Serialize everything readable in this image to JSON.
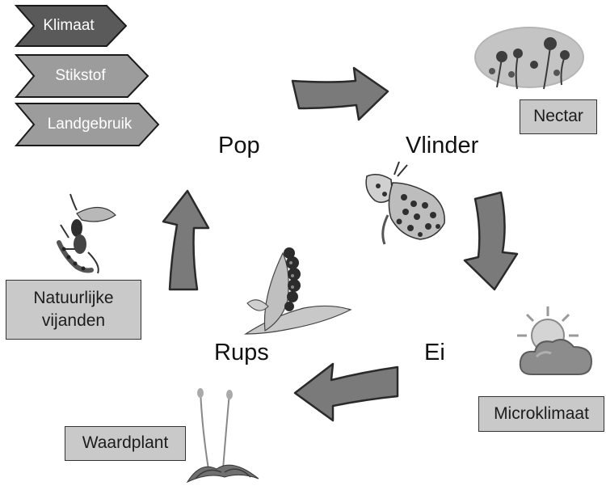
{
  "legend": {
    "items": [
      {
        "label": "Klimaat",
        "fill": "#5a5a5a"
      },
      {
        "label": "Stikstof",
        "fill": "#9c9c9c"
      },
      {
        "label": "Landgebruik",
        "fill": "#9c9c9c"
      }
    ]
  },
  "cycle": {
    "stages": {
      "pop": "Pop",
      "vlinder": "Vlinder",
      "ei": "Ei",
      "rups": "Rups"
    },
    "arrow_fill": "#7a7a7a",
    "arrow_stroke": "#2a2a2a"
  },
  "factors": {
    "nectar": "Nectar",
    "natuurlijke_vijanden": [
      "Natuurlijke",
      "vijanden"
    ],
    "microklimaat": "Microklimaat",
    "waardplant": "Waardplant"
  },
  "pictures": [
    "flowers",
    "butterfly",
    "parasitic-wasp",
    "caterpillar",
    "sun-cloud",
    "host-plant"
  ]
}
